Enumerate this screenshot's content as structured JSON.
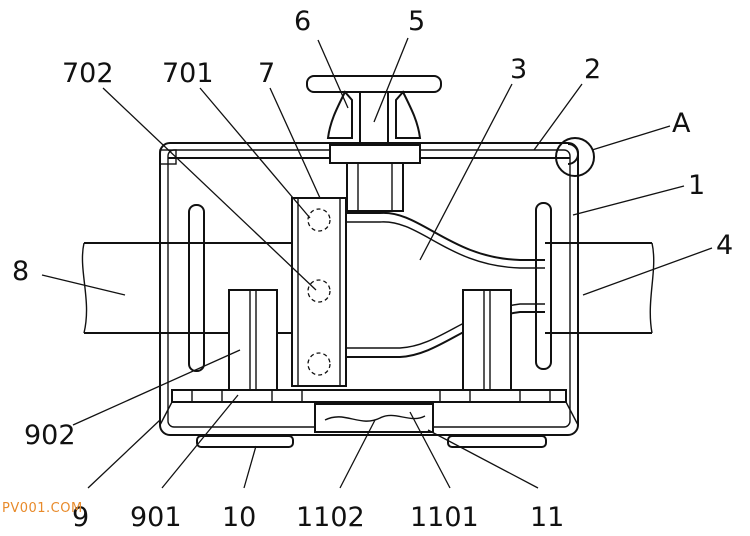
{
  "labels": {
    "l6": "6",
    "l5": "5",
    "l702": "702",
    "l701": "701",
    "l7": "7",
    "l3": "3",
    "l2": "2",
    "lA": "A",
    "l1": "1",
    "l8": "8",
    "l4": "4",
    "l902": "902",
    "l9": "9",
    "l901": "901",
    "l10": "10",
    "l1102": "1102",
    "l1101": "1101",
    "l11": "11"
  },
  "watermark": "PV001.COM"
}
